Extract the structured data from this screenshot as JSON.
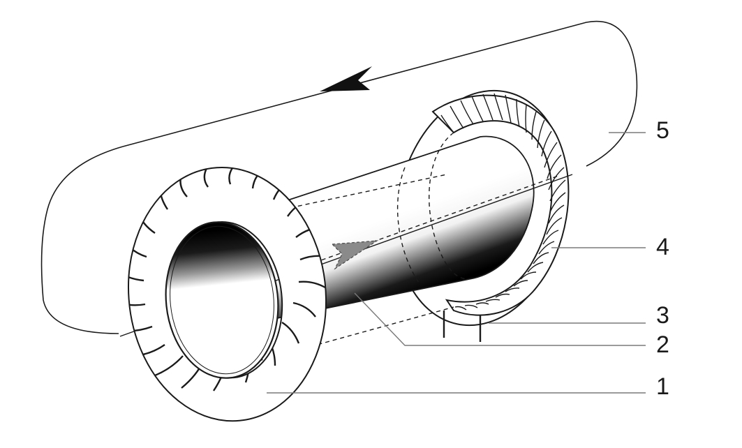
{
  "diagram": {
    "callouts": [
      {
        "label": "1",
        "part": "turbine-wheel"
      },
      {
        "label": "2",
        "part": "tube"
      },
      {
        "label": "3",
        "part": "lead-wires"
      },
      {
        "label": "4",
        "part": "toroidal-coil"
      },
      {
        "label": "5",
        "part": "circulation-loop"
      }
    ]
  },
  "colors": {
    "line": "#1a1a1a",
    "callout_line": "#7a7a7a",
    "flow_arrow_inner": "#8a8a8a"
  }
}
